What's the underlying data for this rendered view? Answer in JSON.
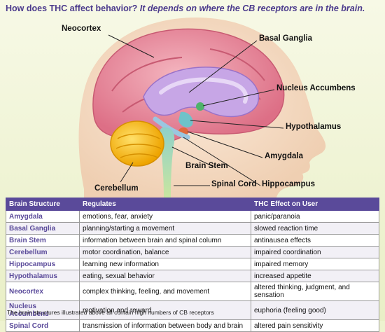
{
  "title": {
    "question": "How does THC affect behavior?",
    "answer": "It depends on where the CB receptors are in the brain."
  },
  "diagram_labels": {
    "neocortex": "Neocortex",
    "basal_ganglia": "Basal Ganglia",
    "nucleus_accumbens": "Nucleus Accumbens",
    "hypothalamus": "Hypothalamus",
    "amygdala": "Amygdala",
    "brain_stem": "Brain Stem",
    "hippocampus": "Hippocampus",
    "spinal_cord": "Spinal Cord",
    "cerebellum": "Cerebellum"
  },
  "table": {
    "headers": [
      "Brain Structure",
      "Regulates",
      "THC Effect on User"
    ],
    "rows": [
      [
        "Amygdala",
        "emotions, fear, anxiety",
        "panic/paranoia"
      ],
      [
        "Basal Ganglia",
        "planning/starting a movement",
        "slowed reaction time"
      ],
      [
        "Brain Stem",
        "information between brain and spinal column",
        "antinausea effects"
      ],
      [
        "Cerebellum",
        "motor coordination, balance",
        "impaired coordination"
      ],
      [
        "Hippocampus",
        "learning new information",
        "impaired memory"
      ],
      [
        "Hypothalamus",
        "eating, sexual behavior",
        "increased appetite"
      ],
      [
        "Neocortex",
        "complex thinking, feeling, and movement",
        "altered thinking, judgment, and sensation"
      ],
      [
        "Nucleus Accumbens",
        "motivation and reward",
        "euphoria (feeling good)"
      ],
      [
        "Spinal Cord",
        "transmission of information between body and brain",
        "altered pain sensitivity"
      ]
    ]
  },
  "footnote": "The brain structures illustrated above all contain high numbers of CB receptors",
  "colors": {
    "title": "#4b3a8c",
    "header_bg": "#5a4a9a",
    "cortex": "#e98fa0",
    "cerebellum": "#f6b800",
    "limbic": "#b48fd6",
    "stem": "#7fc7c0",
    "skin": "#f6dcc4"
  }
}
